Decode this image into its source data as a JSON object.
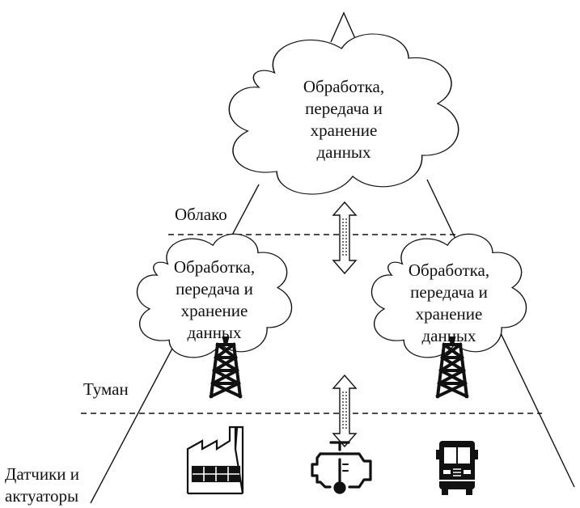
{
  "clouds": {
    "top": {
      "lines": [
        "Обработка,",
        "передача и",
        "хранение",
        "данных"
      ]
    },
    "left": {
      "lines": [
        "Обработка,",
        "передача и",
        "хранение",
        "данных"
      ]
    },
    "right": {
      "lines": [
        "Обработка,",
        "передача и",
        "хранение",
        "данных"
      ]
    }
  },
  "layers": {
    "cloud": "Облако",
    "fog": "Туман",
    "edge_line1": "Датчики и",
    "edge_line2": "актуаторы"
  },
  "icons": {
    "tower_left": "radio-tower-icon",
    "tower_right": "radio-tower-icon",
    "factory": "factory-icon",
    "engine": "engine-temperature-icon",
    "truck": "truck-icon"
  },
  "colors": {
    "ink": "#111111",
    "background": "#ffffff"
  }
}
